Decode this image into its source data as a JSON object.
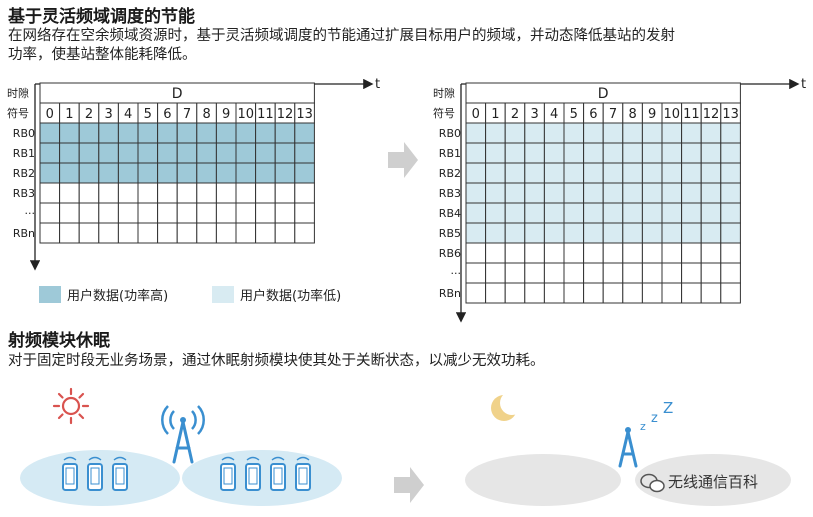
{
  "section1": {
    "title": "基于灵活频域调度的节能",
    "desc_line1": "在网络存在空余频域资源时，基于灵活频域调度的节能通过扩展目标用户的频域，并动态降低基站的发射",
    "desc_line2": "功率，使基站整体能耗降低。"
  },
  "diagram_left": {
    "axis_time_label": "t",
    "header_time": "时隙",
    "header_symbol": "符号",
    "slot_label": "D",
    "symbols": [
      "0",
      "1",
      "2",
      "3",
      "4",
      "5",
      "6",
      "7",
      "8",
      "9",
      "10",
      "11",
      "12",
      "13"
    ],
    "rows": [
      "RB0",
      "RB1",
      "RB2",
      "RB3",
      "...",
      "RBn"
    ],
    "high_power_rows": [
      0,
      1,
      2
    ],
    "low_power_rows": []
  },
  "diagram_right": {
    "axis_time_label": "t",
    "header_time": "时隙",
    "header_symbol": "符号",
    "slot_label": "D",
    "symbols": [
      "0",
      "1",
      "2",
      "3",
      "4",
      "5",
      "6",
      "7",
      "8",
      "9",
      "10",
      "11",
      "12",
      "13"
    ],
    "rows": [
      "RB0",
      "RB1",
      "RB2",
      "RB3",
      "RB4",
      "RB5",
      "RB6",
      "...",
      "RBn"
    ],
    "high_power_rows": [],
    "low_power_rows": [
      0,
      1,
      2,
      3,
      4,
      5
    ]
  },
  "legend": {
    "high": "用户数据(功率高)",
    "low": "用户数据(功率低)",
    "high_color": "#9ec9d8",
    "low_color": "#d8ebf2"
  },
  "section2": {
    "title": "射频模块休眠",
    "desc": "对于固定时段无业务场景，通过休眠射频模块使其处于关断状态，以减少无效功耗。",
    "sleep_text": "z z Z"
  },
  "watermark": {
    "text": "无线通信百科"
  },
  "colors": {
    "grid": "#333333",
    "sun": "#d9534f",
    "moon": "#f0d28a",
    "antenna": "#3a8fd0",
    "ellipse_active": "#d5eaf4",
    "ellipse_sleep": "#e6e6e6",
    "arrow": "#cfcfcf"
  }
}
